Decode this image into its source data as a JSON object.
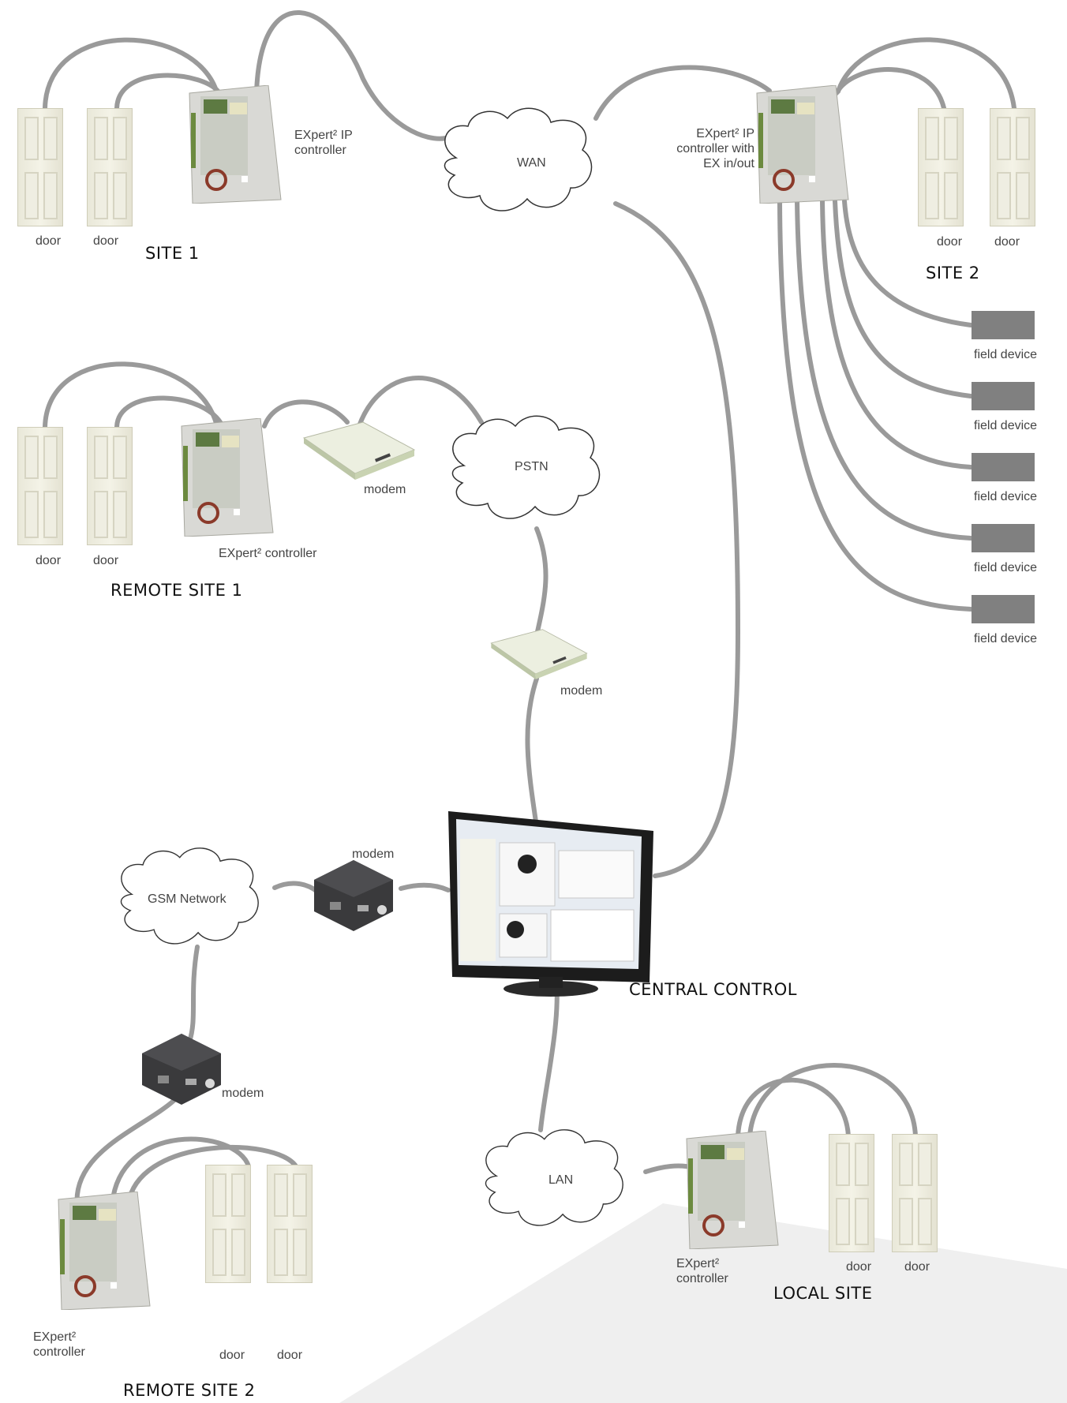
{
  "sites": {
    "site1": "SITE 1",
    "site2": "SITE 2",
    "remote1": "REMOTE SITE 1",
    "remote2": "REMOTE SITE 2",
    "central": "CENTRAL CONTROL",
    "local": "LOCAL SITE"
  },
  "networks": {
    "wan": "WAN",
    "pstn": "PSTN",
    "gsm": "GSM Network",
    "lan": "LAN"
  },
  "labels": {
    "door": "door",
    "modem": "modem",
    "field_device": "field device",
    "site1_controller": [
      "EXpert² IP",
      "controller"
    ],
    "site2_controller": [
      "EXpert² IP",
      "controller with",
      "EX in/out"
    ],
    "remote1_controller": "EXpert² controller",
    "remote2_controller": [
      "EXpert²",
      "controller"
    ],
    "local_controller": [
      "EXpert²",
      "controller"
    ]
  },
  "colors": {
    "wire": "#9a9a9a",
    "field_device": "#808080",
    "background_shape": "#efefef"
  }
}
